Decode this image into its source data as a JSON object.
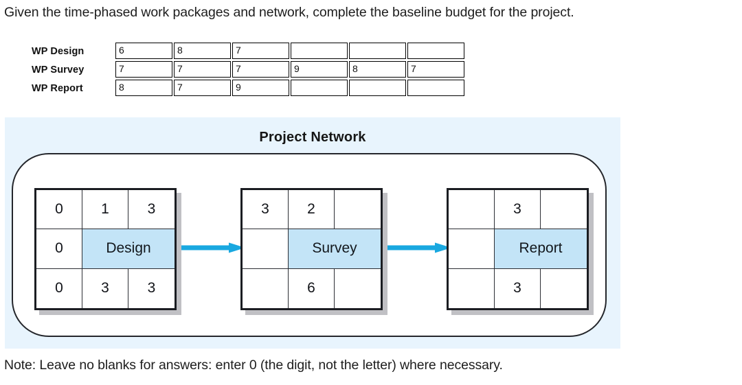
{
  "prompt": "Given the time-phased work packages and network, complete the baseline budget for the project.",
  "note": "Note: Leave no blanks for answers: enter 0 (the digit, not the letter) where necessary.",
  "table": {
    "rows": [
      {
        "label": "WP Design",
        "values": [
          "6",
          "8",
          "7",
          "",
          "",
          ""
        ]
      },
      {
        "label": "WP Survey",
        "values": [
          "7",
          "7",
          "7",
          "9",
          "8",
          "7"
        ]
      },
      {
        "label": "WP Report",
        "values": [
          "8",
          "7",
          "9",
          "",
          "",
          ""
        ]
      }
    ]
  },
  "network": {
    "title": "Project Network",
    "colors": {
      "panel_background": "#E8F4FD",
      "node_fill": "#FFFFFF",
      "activity_fill": "#C3E4F7",
      "arrow": "#19A8E0",
      "border": "#1B1D22",
      "shadow": "#C0C0C4"
    },
    "nodes": [
      {
        "id": "design",
        "name": "Design",
        "top": [
          "0",
          "1",
          "3"
        ],
        "middle_left": "0",
        "bottom": [
          "0",
          "3",
          "3"
        ]
      },
      {
        "id": "survey",
        "name": "Survey",
        "top": [
          "3",
          "2",
          ""
        ],
        "middle_left": "",
        "bottom": [
          "",
          "6",
          ""
        ]
      },
      {
        "id": "report",
        "name": "Report",
        "top": [
          "",
          "3",
          ""
        ],
        "middle_left": "",
        "bottom": [
          "",
          "3",
          ""
        ]
      }
    ],
    "arrows": [
      {
        "id": "design-to-survey",
        "from": "design",
        "to": "survey"
      },
      {
        "id": "survey-to-report",
        "from": "survey",
        "to": "report"
      }
    ]
  }
}
